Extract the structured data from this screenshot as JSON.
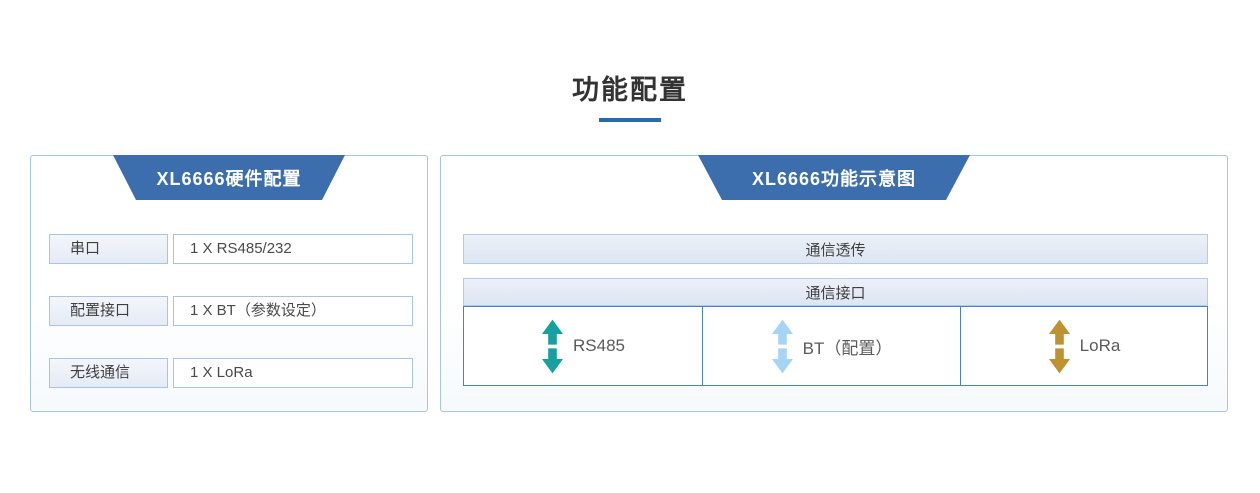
{
  "page": {
    "title": "功能配置"
  },
  "left_panel": {
    "header": "XL6666硬件配置",
    "rows": [
      {
        "label": "串口",
        "value": "1 X RS485/232"
      },
      {
        "label": "配置接口",
        "value": "1 X BT（参数设定）"
      },
      {
        "label": "无线通信",
        "value": "1 X LoRa"
      }
    ]
  },
  "right_panel": {
    "header": "XL6666功能示意图",
    "top_bar": "通信透传",
    "table_header": "通信接口",
    "cells": [
      {
        "label": "RS485",
        "icon": "double-vertical-arrow-icon",
        "arrow_color": "#16a1a0"
      },
      {
        "label": "BT（配置）",
        "icon": "double-vertical-arrow-icon",
        "arrow_color": "#a6d4f6"
      },
      {
        "label": "LoRa",
        "icon": "double-vertical-arrow-icon",
        "arrow_color": "#bf9231"
      }
    ]
  },
  "colors": {
    "header_blue": "#3c6dac",
    "panel_border": "#a9c3e9",
    "table_border": "#4a80c4",
    "title_underline": "#2a69b2",
    "arrow_teal": "#16a1a0",
    "arrow_light_blue": "#a6d4f6",
    "arrow_gold": "#bf9231"
  }
}
